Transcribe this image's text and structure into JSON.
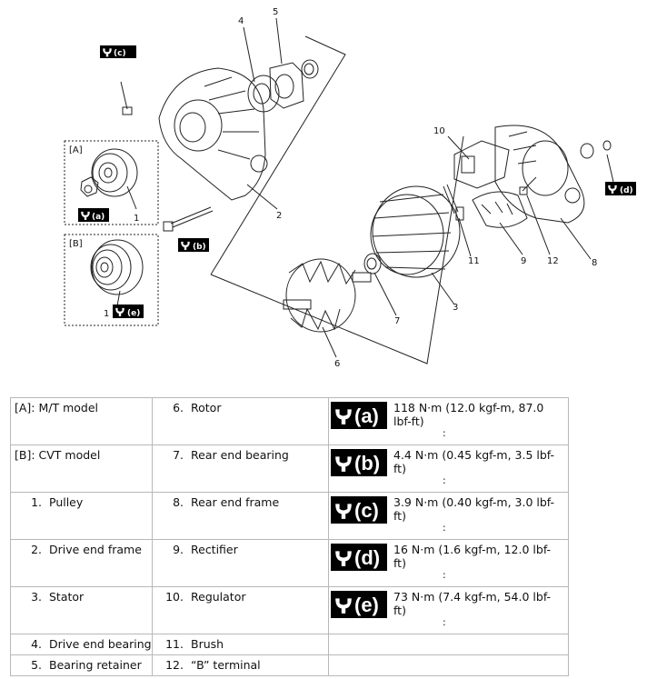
{
  "diagram": {
    "group_labels": [
      "[A]",
      "[B]"
    ],
    "callouts": [
      "1",
      "1",
      "2",
      "3",
      "4",
      "5",
      "6",
      "7",
      "8",
      "9",
      "10",
      "11",
      "12"
    ],
    "torque_badges": [
      "(a)",
      "(b)",
      "(c)",
      "(d)",
      "(e)"
    ]
  },
  "legend": {
    "rows": [
      {
        "c1": {
          "num": "",
          "label": "[A]:  M/T model"
        },
        "c2": {
          "num": "6.",
          "label": "Rotor"
        },
        "c3": {
          "badge": "(a)",
          "value": "118 N·m (12.0 kgf-m, 87.0 lbf-ft)",
          "colon": ":"
        }
      },
      {
        "c1": {
          "num": "",
          "label": "[B]:  CVT model"
        },
        "c2": {
          "num": "7.",
          "label": "Rear end bearing"
        },
        "c3": {
          "badge": "(b)",
          "value": "4.4 N·m (0.45 kgf-m, 3.5 lbf-ft)",
          "colon": ":"
        }
      },
      {
        "c1": {
          "num": "1.",
          "label": "Pulley"
        },
        "c2": {
          "num": "8.",
          "label": "Rear end frame"
        },
        "c3": {
          "badge": "(c)",
          "value": "3.9 N·m (0.40 kgf-m, 3.0 lbf-ft)",
          "colon": ":"
        }
      },
      {
        "c1": {
          "num": "2.",
          "label": "Drive end frame"
        },
        "c2": {
          "num": "9.",
          "label": "Rectifier"
        },
        "c3": {
          "badge": "(d)",
          "value": "16 N·m (1.6 kgf-m, 12.0 lbf-ft)",
          "colon": ":"
        }
      },
      {
        "c1": {
          "num": "3.",
          "label": "Stator"
        },
        "c2": {
          "num": "10.",
          "label": "Regulator"
        },
        "c3": {
          "badge": "(e)",
          "value": "73 N·m (7.4 kgf-m, 54.0 lbf-ft)",
          "colon": ":"
        }
      },
      {
        "c1": {
          "num": "4.",
          "label": "Drive end bearing"
        },
        "c2": {
          "num": "11.",
          "label": "Brush"
        }
      },
      {
        "c1": {
          "num": "5.",
          "label": "Bearing retainer"
        },
        "c2": {
          "num": "12.",
          "label": "“B” terminal"
        }
      }
    ]
  }
}
